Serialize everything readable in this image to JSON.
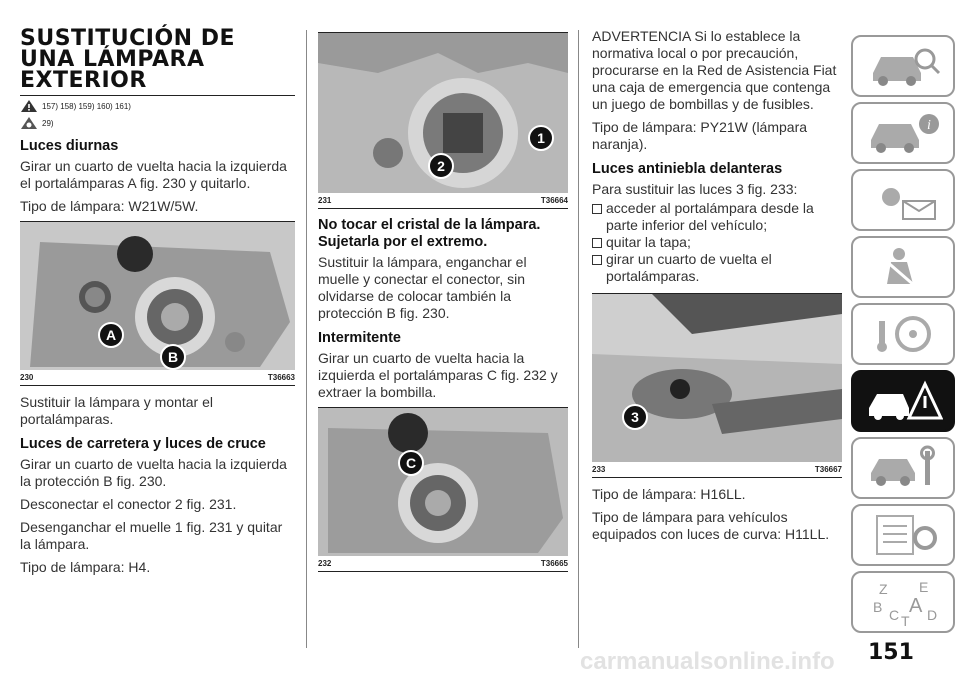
{
  "col1": {
    "title_line1": "SUSTITUCIÓN DE",
    "title_line2": "UNA LÁMPARA",
    "title_line3": "EXTERIOR",
    "warn_refs_1": "157) 158) 159) 160) 161)",
    "warn_refs_2": "29)",
    "h_diurnas": "Luces diurnas",
    "p_diurnas_1": "Girar un cuarto de vuelta hacia la izquierda el portalámparas A fig. 230 y quitarlo.",
    "p_diurnas_2": "Tipo de lámpara: W21W/5W.",
    "fig230": {
      "num": "230",
      "code": "T36663",
      "label_a": "A",
      "label_b": "B"
    },
    "p_sustituir": "Sustituir la lámpara y montar el portalámparas.",
    "h_carretera": "Luces de carretera y luces de cruce",
    "p_carretera_1": "Girar un cuarto de vuelta hacia la izquierda la protección B fig. 230.",
    "p_carretera_2": "Desconectar el conector 2 fig. 231.",
    "p_carretera_3": "Desenganchar el muelle 1 fig. 231 y quitar la lámpara.",
    "p_carretera_4": "Tipo de lámpara: H4."
  },
  "col2": {
    "fig231": {
      "num": "231",
      "code": "T36664",
      "label_1": "1",
      "label_2": "2"
    },
    "h_cristal": "No tocar el cristal de la lámpara. Sujetarla por el extremo.",
    "p_cristal": "Sustituir la lámpara, enganchar el muelle y conectar el conector, sin olvidarse de colocar también la protección B fig. 230.",
    "h_intermitente": "Intermitente",
    "p_intermitente": "Girar un cuarto de vuelta hacia la izquierda el portalámparas C fig. 232 y extraer la bombilla.",
    "fig232": {
      "num": "232",
      "code": "T36665",
      "label_c": "C"
    }
  },
  "col3": {
    "p_advertencia": "ADVERTENCIA Si lo establece la normativa local o por precaución, procurarse en la Red de Asistencia Fiat una caja de emergencia que contenga un juego de bombillas y de fusibles.",
    "p_tipo_py21w": "Tipo de lámpara: PY21W (lámpara naranja).",
    "h_antiniebla": "Luces antiniebla delanteras",
    "p_antiniebla": "Para sustituir las luces 3 fig. 233:",
    "bullets": [
      "acceder al portalámpara desde la parte inferior del vehículo;",
      "quitar la tapa;",
      "girar un cuarto de vuelta el portalámparas."
    ],
    "fig233": {
      "num": "233",
      "code": "T36667",
      "label_3": "3"
    },
    "p_h16ll": "Tipo de lámpara: H16LL.",
    "p_h11ll": "Tipo de lámpara para vehículos equipados con luces de curva: H11LL."
  },
  "sidebar": {
    "tabs": [
      "car-search-icon",
      "car-info-icon",
      "warning-lights-icon",
      "airbag-seat-icon",
      "steering-key-icon",
      "breakdown-icon",
      "car-service-icon",
      "spec-list-icon",
      "index-icon"
    ],
    "active_index": 5,
    "index_letters": [
      "Z",
      "E",
      "B",
      "A",
      "C",
      "D",
      "T"
    ]
  },
  "page_number": "151",
  "watermark": "carmanualsonline.info"
}
